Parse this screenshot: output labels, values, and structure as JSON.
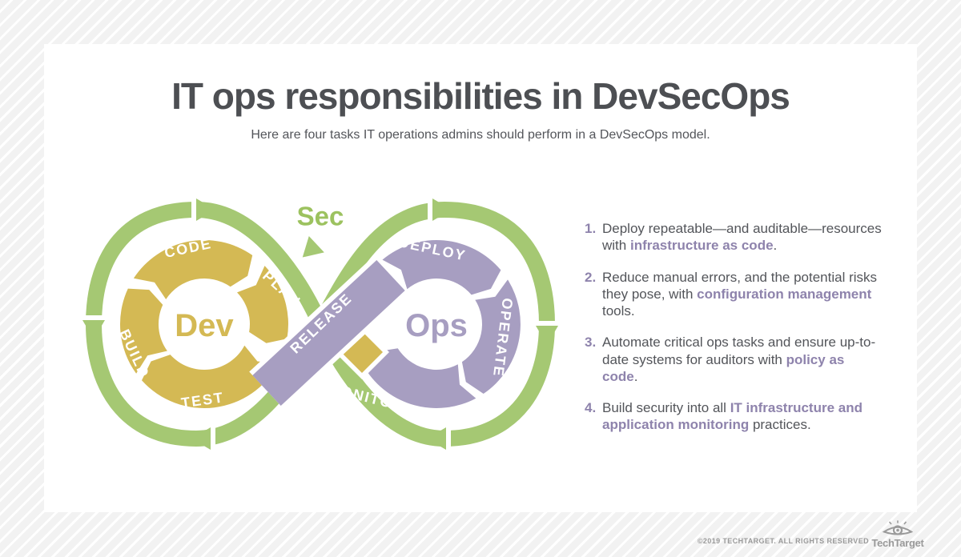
{
  "page": {
    "title": "IT ops responsibilities in DevSecOps",
    "subtitle": "Here are four tasks IT operations admins should perform in a DevSecOps model."
  },
  "theme": {
    "background": "#f2f2f2",
    "stripe": "#ffffff",
    "card": "#ffffff",
    "heading": "#4d4f53",
    "body": "#53555a",
    "accent": "#8e83ac",
    "footer": "#9a9a9a"
  },
  "diagram": {
    "sec_label": "Sec",
    "dev_label": "Dev",
    "ops_label": "Ops",
    "release_label": "RELEASE",
    "left_segments": [
      "CODE",
      "PLAN",
      "TEST",
      "BUILD"
    ],
    "right_segments": [
      "DEPLOY",
      "OPERATE",
      "MONITOR"
    ],
    "colors": {
      "green": "#a5c873",
      "green_text": "#9cc25f",
      "gold": "#d4b954",
      "purple": "#a79ec1",
      "label": "#ffffff"
    }
  },
  "tasks": {
    "items": [
      {
        "number": "1.",
        "parts": [
          {
            "text": "Deploy repeatable—and auditable—resources with ",
            "bold": false
          },
          {
            "text": "infrastructure as code",
            "bold": true
          },
          {
            "text": ".",
            "bold": false
          }
        ]
      },
      {
        "number": "2.",
        "parts": [
          {
            "text": "Reduce manual errors, and the potential risks they pose, with ",
            "bold": false
          },
          {
            "text": "configuration management",
            "bold": true
          },
          {
            "text": " tools.",
            "bold": false
          }
        ]
      },
      {
        "number": "3.",
        "parts": [
          {
            "text": "Automate critical ops tasks and ensure up-to-date systems for auditors with ",
            "bold": false
          },
          {
            "text": "policy as code",
            "bold": true
          },
          {
            "text": ".",
            "bold": false
          }
        ]
      },
      {
        "number": "4.",
        "parts": [
          {
            "text": "Build security into all ",
            "bold": false
          },
          {
            "text": "IT infrastructure and application monitoring",
            "bold": true
          },
          {
            "text": " practices.",
            "bold": false
          }
        ]
      }
    ]
  },
  "footer": {
    "copyright": "©2019 TECHTARGET. ALL RIGHTS RESERVED",
    "brand": "TechTarget"
  }
}
